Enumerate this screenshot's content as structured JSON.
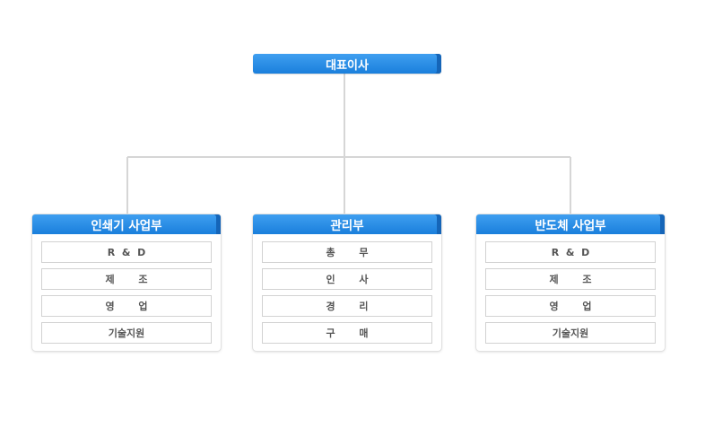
{
  "ceo": {
    "label": "대표이사"
  },
  "departments": [
    {
      "title": "인쇄기 사업부",
      "items": [
        "R  &  D",
        "제       조",
        "영       업",
        "기술지원"
      ]
    },
    {
      "title": "관리부",
      "items": [
        "총       무",
        "인       사",
        "경       리",
        "구       매"
      ]
    },
    {
      "title": "반도체 사업부",
      "items": [
        "R  &  D",
        "제       조",
        "영       업",
        "기술지원"
      ]
    }
  ],
  "colors": {
    "header_blue": "#1a7fdc",
    "connector": "#d6d6d6"
  }
}
